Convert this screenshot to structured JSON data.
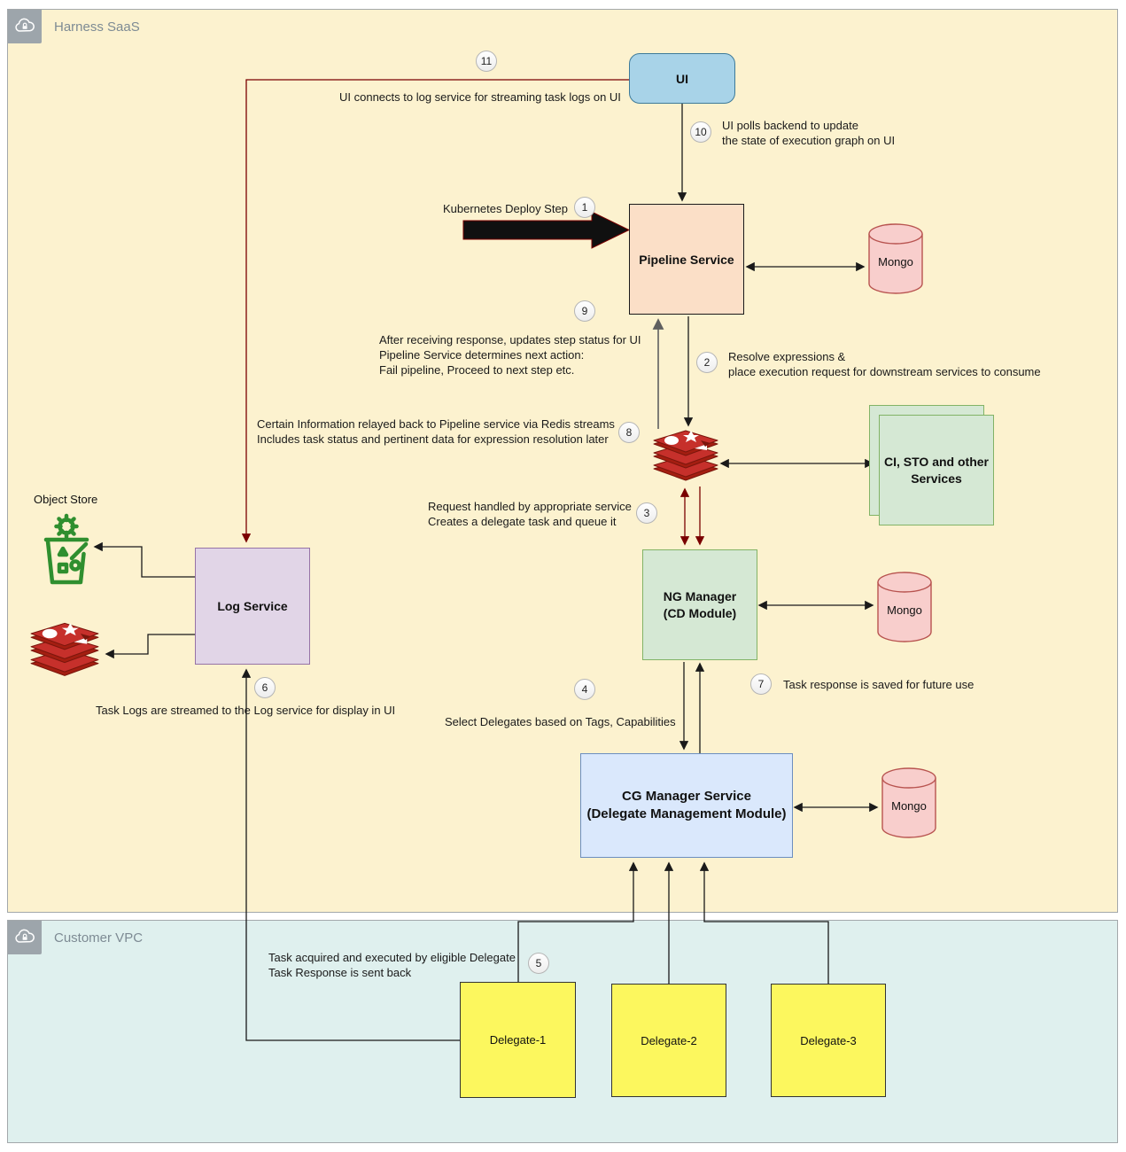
{
  "containers": {
    "harness": {
      "label": "Harness SaaS"
    },
    "vpc": {
      "label": "Customer VPC"
    }
  },
  "nodes": {
    "ui": {
      "label": "UI"
    },
    "pipeline": {
      "label": "Pipeline Service"
    },
    "mongo1": {
      "label": "Mongo"
    },
    "mongo2": {
      "label": "Mongo"
    },
    "mongo3": {
      "label": "Mongo"
    },
    "ci_sto": {
      "line1": "CI, STO and other",
      "line2": "Services"
    },
    "ng_manager": {
      "line1": "NG Manager",
      "line2": "(CD Module)"
    },
    "cg_manager": {
      "line1": "CG Manager Service",
      "line2": "(Delegate Management Module)"
    },
    "log_service": {
      "label": "Log Service"
    },
    "object_store": {
      "label": "Object Store"
    },
    "delegate1": {
      "label": "Delegate-1"
    },
    "delegate2": {
      "label": "Delegate-2"
    },
    "delegate3": {
      "label": "Delegate-3"
    },
    "redis_center": {
      "name": "redis"
    },
    "redis_left": {
      "name": "redis"
    }
  },
  "notes": {
    "n1": {
      "num": "1",
      "text": "Kubernetes Deploy Step"
    },
    "n2": {
      "num": "2",
      "text": "Resolve expressions &\nplace execution request for downstream services to consume"
    },
    "n3": {
      "num": "3",
      "text": "Request handled by appropriate service\nCreates a delegate task and queue it"
    },
    "n4": {
      "num": "4",
      "text": "Select Delegates based on Tags, Capabilities"
    },
    "n5": {
      "num": "5",
      "text": "Task acquired and executed by eligible Delegate\nTask Response is sent back"
    },
    "n6": {
      "num": "6",
      "text": "Task Logs are streamed to the Log service for display in UI"
    },
    "n7": {
      "num": "7",
      "text": "Task response is saved for future use"
    },
    "n8": {
      "num": "8",
      "text": "Certain Information relayed back to Pipeline service via Redis streams\nIncludes task status and pertinent data for expression resolution later"
    },
    "n9": {
      "num": "9",
      "text": "After receiving response, updates step status for UI\nPipeline Service determines next action:\nFail pipeline, Proceed to next step etc."
    },
    "n10": {
      "num": "10",
      "text": "UI polls backend to update\nthe state of execution graph on UI"
    },
    "n11": {
      "num": "11",
      "text": "UI connects to log service for streaming task logs on UI"
    }
  },
  "colors": {
    "harness_fill": "#fcf2cf",
    "vpc_fill": "#dff0ee",
    "ui_fill": "#a8d3e8",
    "pipeline_fill": "#fbdfc7",
    "green_fill": "#d5e8d4",
    "green_border": "#82b366",
    "cg_fill": "#dae8fc",
    "cg_border": "#6c8ebf",
    "log_fill": "#e1d5e7",
    "log_border": "#9673a6",
    "mongo_fill": "#f8cecc",
    "mongo_border": "#b85450",
    "delegate_fill": "#fcf75e",
    "redis_red": "#c6302b",
    "object_store_green": "#2f8f2f",
    "maroon_line": "#7a0000",
    "badge_gray": "#9da5ab"
  }
}
